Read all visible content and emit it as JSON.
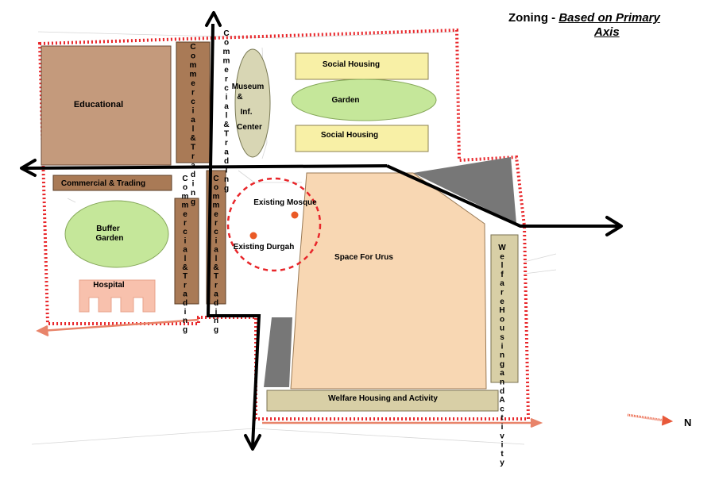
{
  "title": {
    "prefix": "Zoning - ",
    "emphasis_1": "Based on Primary",
    "emphasis_2": "Axis"
  },
  "zones": {
    "educational": "Educational",
    "commercial_vertical": "Commercial&Trading",
    "commercial_horizontal": "Commercial & Trading",
    "museum": [
      "Museum",
      "&",
      "Inf.",
      "Center"
    ],
    "social_housing_top": "Social Housing",
    "garden": "Garden",
    "social_housing_bottom": "Social Housing",
    "buffer_garden": [
      "Buffer",
      "Garden"
    ],
    "hospital": "Hospital",
    "existing_mosque": "Existing Mosque",
    "existing_durgah": "Existing Durgah",
    "space_for_urus": "Space For Urus",
    "welfare_vertical": "WelfareHousingandActivity",
    "welfare_horizontal": "Welfare Housing and Activity"
  },
  "north_label": "N",
  "colors": {
    "educational": "#c49a7c",
    "commercial": "#a97a56",
    "social_housing": "#f8f0a6",
    "garden": "#c5e79a",
    "museum": "#d8d6b4",
    "urus": "#f8d7b3",
    "welfare": "#d8cfa6",
    "hospital": "#f8c1ad",
    "grey_block": "#777777",
    "boundary": "#e8262a",
    "north_arrow": "#e8593a"
  }
}
